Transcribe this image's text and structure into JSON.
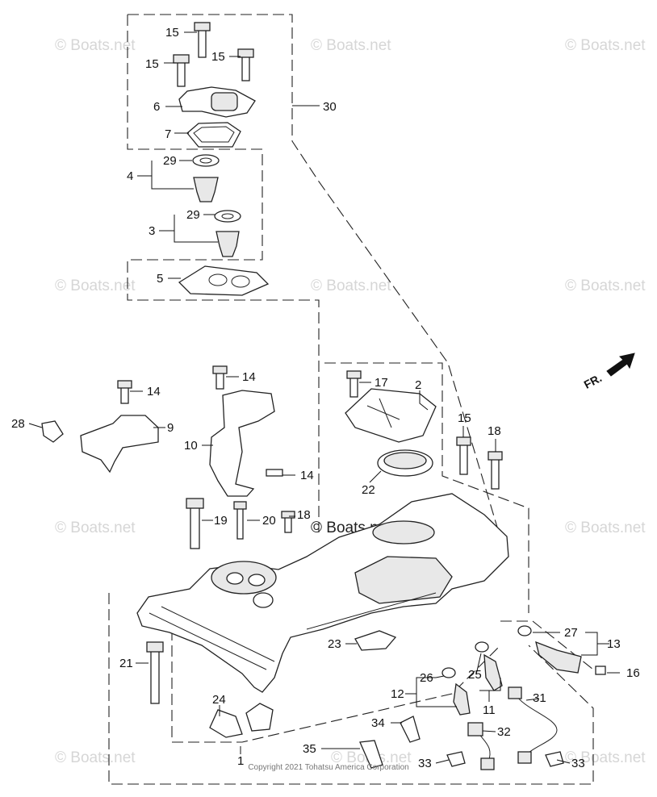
{
  "watermark": "© Boats.net",
  "copyright": "Copyright 2021 Tohatsu America Corporation",
  "direction_label": "FR.",
  "callouts": [
    {
      "id": "c15a",
      "text": "15"
    },
    {
      "id": "c15b",
      "text": "15"
    },
    {
      "id": "c15c",
      "text": "15"
    },
    {
      "id": "c6",
      "text": "6"
    },
    {
      "id": "c7",
      "text": "7"
    },
    {
      "id": "c30",
      "text": "30"
    },
    {
      "id": "c29a",
      "text": "29"
    },
    {
      "id": "c4",
      "text": "4"
    },
    {
      "id": "c29b",
      "text": "29"
    },
    {
      "id": "c3",
      "text": "3"
    },
    {
      "id": "c5",
      "text": "5"
    },
    {
      "id": "c14a",
      "text": "14"
    },
    {
      "id": "c14b",
      "text": "14"
    },
    {
      "id": "c17",
      "text": "17"
    },
    {
      "id": "c2",
      "text": "2"
    },
    {
      "id": "c28",
      "text": "28"
    },
    {
      "id": "c9",
      "text": "9"
    },
    {
      "id": "c10",
      "text": "10"
    },
    {
      "id": "c15d",
      "text": "15"
    },
    {
      "id": "c18a",
      "text": "18"
    },
    {
      "id": "c14c",
      "text": "14"
    },
    {
      "id": "c22",
      "text": "22"
    },
    {
      "id": "c19",
      "text": "19"
    },
    {
      "id": "c20",
      "text": "20"
    },
    {
      "id": "c18b",
      "text": "18"
    },
    {
      "id": "c27",
      "text": "27"
    },
    {
      "id": "c13",
      "text": "13"
    },
    {
      "id": "c23",
      "text": "23"
    },
    {
      "id": "c21",
      "text": "21"
    },
    {
      "id": "c16",
      "text": "16"
    },
    {
      "id": "c26",
      "text": "26"
    },
    {
      "id": "c25",
      "text": "25"
    },
    {
      "id": "c12",
      "text": "12"
    },
    {
      "id": "c11",
      "text": "11"
    },
    {
      "id": "c31",
      "text": "31"
    },
    {
      "id": "c24",
      "text": "24"
    },
    {
      "id": "c34",
      "text": "34"
    },
    {
      "id": "c32",
      "text": "32"
    },
    {
      "id": "c35",
      "text": "35"
    },
    {
      "id": "c1",
      "text": "1"
    },
    {
      "id": "c33a",
      "text": "33"
    },
    {
      "id": "c33b",
      "text": "33"
    }
  ]
}
